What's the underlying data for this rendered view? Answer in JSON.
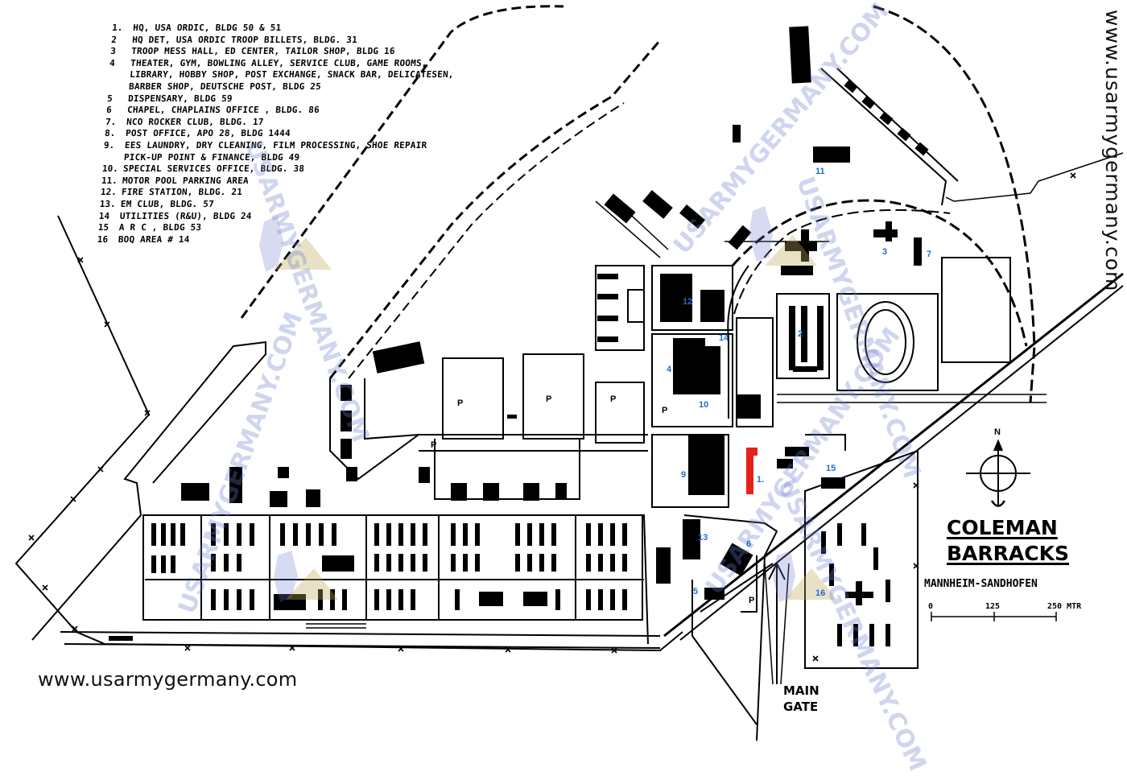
{
  "legend": [
    {
      "num": "1.",
      "text": "HQ, USA ORDIC, BLDG 50 & 51"
    },
    {
      "num": "2",
      "text": "HQ DET, USA ORDIC TROOP BILLETS, BLDG. 31"
    },
    {
      "num": "3",
      "text": "TROOP MESS HALL, ED CENTER, TAILOR SHOP, BLDG 16"
    },
    {
      "num": "4",
      "text": "THEATER, GYM, BOWLING ALLEY, SERVICE CLUB, GAME ROOMS, LIBRARY, HOBBY SHOP, POST EXCHANGE, SNACK BAR, DELICATESEN, BARBER SHOP, DEUTSCHE POST, BLDG 25"
    },
    {
      "num": "5",
      "text": "DISPENSARY, BLDG 59"
    },
    {
      "num": "6",
      "text": "CHAPEL, CHAPLAINS OFFICE , BLDG. 86"
    },
    {
      "num": "7.",
      "text": "NCO ROCKER CLUB, BLDG. 17"
    },
    {
      "num": "8.",
      "text": "POST OFFICE, APO 28, BLDG 1444"
    },
    {
      "num": "9.",
      "text": "EES LAUNDRY, DRY CLEANING, FILM PROCESSING, SHOE REPAIR PICK-UP POINT & FINANCE, BLDG 49"
    },
    {
      "num": "10.",
      "text": "SPECIAL SERVICES OFFICE, BLDG. 38"
    },
    {
      "num": "11.",
      "text": "MOTOR POOL PARKING AREA"
    },
    {
      "num": "12.",
      "text": "FIRE STATION, BLDG. 21"
    },
    {
      "num": "13.",
      "text": "EM CLUB, BLDG. 57"
    },
    {
      "num": "14",
      "text": "UTILITIES (R&U), BLDG 24"
    },
    {
      "num": "15",
      "text": "A R C , BLDG 53"
    },
    {
      "num": "16",
      "text": "BOQ AREA # 14"
    }
  ],
  "title_line1": "COLEMAN",
  "title_line2": "BARRACKS",
  "subtitle": "MANNHEIM-SANDHOFEN",
  "scale": {
    "labels": [
      "0",
      "125",
      "250 MTR"
    ]
  },
  "compass_label": "N",
  "main_gate_line1": "MAIN",
  "main_gate_line2": "GATE",
  "website": "www.usarmygermany.com",
  "watermark": "USARMYGERMANY.COM",
  "parking_label": "P",
  "building_numbers": [
    "1.",
    "2",
    "3",
    "4",
    "5",
    "6",
    "7",
    "9",
    "10",
    "11",
    "12",
    "13",
    "14",
    "15",
    "16"
  ],
  "colors": {
    "ink": "#000000",
    "number_blue": "#1b6fd1",
    "highlight_red": "#e8201c",
    "watermark": "#6e7dcd"
  }
}
